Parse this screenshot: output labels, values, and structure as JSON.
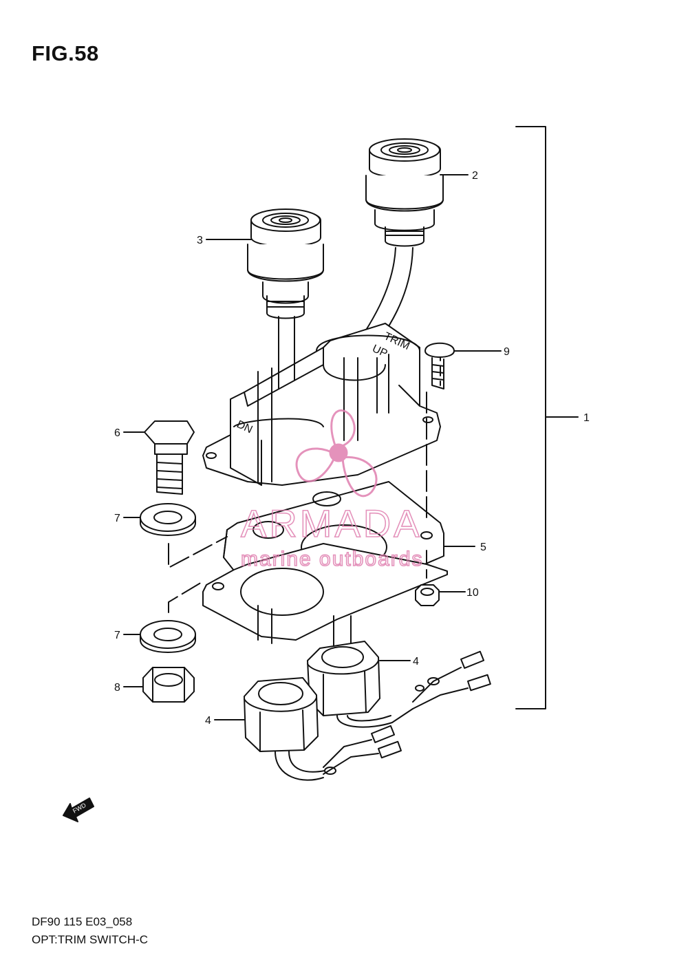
{
  "figure": {
    "title": "FIG.58"
  },
  "callouts": [
    "1",
    "2",
    "3",
    "4",
    "4",
    "5",
    "6",
    "7",
    "7",
    "8",
    "9",
    "10"
  ],
  "switch_labels": {
    "up_top": "TRIM",
    "up_bottom": "UP",
    "down": "DN"
  },
  "fwd_label": "FWD",
  "watermark": {
    "brand": "ARMADA",
    "tagline": "marine outboards",
    "color": "#e080b0"
  },
  "footer": {
    "code": "DF90 115 E03_058",
    "description": "OPT:TRIM SWITCH-C"
  }
}
